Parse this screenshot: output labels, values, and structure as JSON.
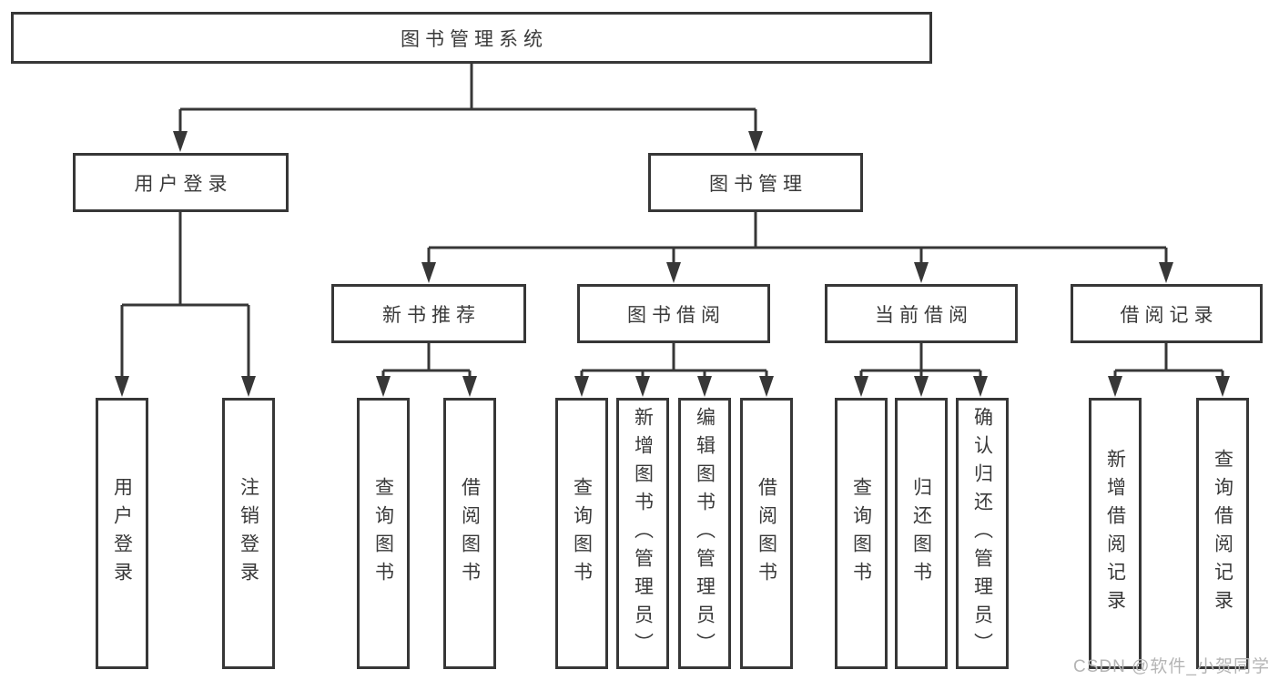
{
  "diagram_title": "图书管理系统",
  "nodes": {
    "root": "图书管理系统",
    "l1": [
      "用户登录",
      "图书管理"
    ],
    "l2": [
      "新书推荐",
      "图书借阅",
      "当前借阅",
      "借阅记录"
    ],
    "leaves": {
      "login": [
        "用户登录",
        "注销登录"
      ],
      "recommend": [
        "查询图书",
        "借阅图书"
      ],
      "borrow": [
        "查询图书",
        "新增图书（管理员）",
        "编辑图书（管理员）",
        "借阅图书"
      ],
      "current": [
        "查询图书",
        "归还图书",
        "确认归还（管理员）"
      ],
      "records": [
        "新增借阅记录",
        "查询借阅记录"
      ]
    }
  },
  "watermark": {
    "text": "CSDN @软件_小贺同学"
  },
  "colors": {
    "line": "#373737",
    "text": "#3a3a3a",
    "watermark": "#b5b5b5",
    "background": "#ffffff"
  }
}
